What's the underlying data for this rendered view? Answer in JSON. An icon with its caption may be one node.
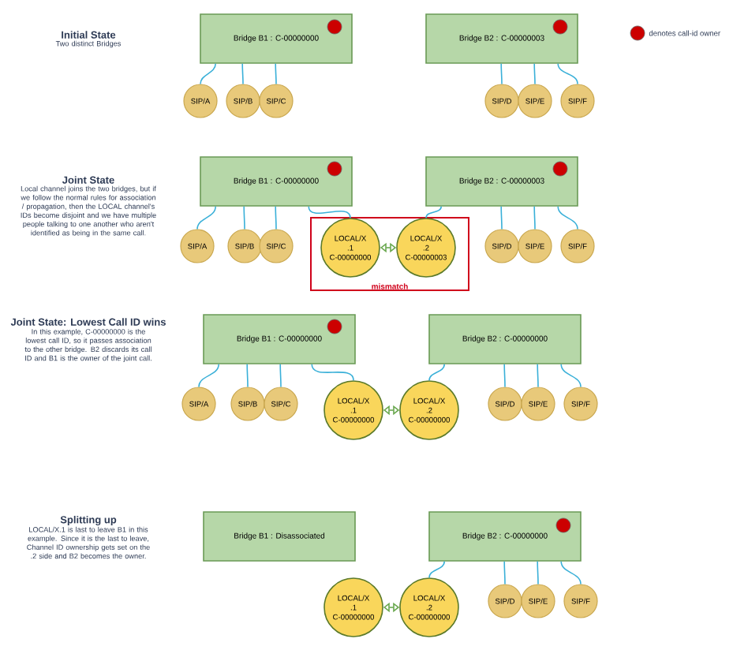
{
  "diagram": {
    "nodes": [
      {
        "text": [
          "Bridge B1 : C-00000000"
        ]
      },
      {
        "text": [
          "Bridge B2 : C-00000003"
        ]
      },
      {
        "text": [
          "SIP/A"
        ]
      },
      {
        "text": [
          "SIP/B"
        ]
      },
      {
        "text": [
          "SIP/C"
        ]
      },
      {
        "text": [
          "SIP/D"
        ]
      },
      {
        "text": [
          "SIP/E"
        ]
      },
      {
        "text": [
          "SIP/F"
        ]
      },
      {
        "text": [
          "Bridge B1 : C-00000000"
        ]
      },
      {
        "text": [
          "Bridge B2 : C-00000003"
        ]
      },
      {
        "text": [
          "SIP/A"
        ]
      },
      {
        "text": [
          "SIP/B"
        ]
      },
      {
        "text": [
          "SIP/C"
        ]
      },
      {
        "text": [
          "mismatch"
        ]
      },
      {
        "text": [
          "LOCAL/X",
          ".1",
          "C-00000000"
        ],
        "in": 13
      },
      {
        "text": [
          "LOCAL/X",
          ".2",
          "C-00000003"
        ],
        "in": 13
      },
      {
        "text": [
          "SIP/D"
        ]
      },
      {
        "text": [
          "SIP/E"
        ]
      },
      {
        "text": [
          "SIP/F"
        ]
      },
      {
        "text": [
          "Bridge B1 : C-00000000"
        ]
      },
      {
        "text": [
          "Bridge B2 : C-00000000"
        ]
      },
      {
        "text": [
          "SIP/A"
        ]
      },
      {
        "text": [
          "SIP/B"
        ]
      },
      {
        "text": [
          "SIP/C"
        ]
      },
      {
        "text": [
          "LOCAL/X",
          ".1",
          "C-00000000"
        ]
      },
      {
        "text": [
          "LOCAL/X",
          ".2",
          "C-00000000"
        ]
      },
      {
        "text": [
          "SIP/D"
        ]
      },
      {
        "text": [
          "SIP/E"
        ]
      },
      {
        "text": [
          "SIP/F"
        ]
      },
      {
        "text": [
          "Bridge B1 : Disassociated"
        ]
      },
      {
        "text": [
          "Bridge B2 : C-00000000"
        ]
      },
      {
        "text": [
          "LOCAL/X",
          ".1",
          "C-00000000"
        ]
      },
      {
        "text": [
          "LOCAL/X",
          ".2",
          "C-00000000"
        ]
      },
      {
        "text": [
          "SIP/D"
        ]
      },
      {
        "text": [
          "SIP/E"
        ]
      },
      {
        "text": [
          "SIP/F"
        ]
      }
    ],
    "edges": [
      {
        "from": 0,
        "to": 2,
        "arrow": "none"
      },
      {
        "from": 0,
        "to": 3,
        "arrow": "none"
      },
      {
        "from": 0,
        "to": 4,
        "arrow": "none"
      },
      {
        "from": 1,
        "to": 5,
        "arrow": "none"
      },
      {
        "from": 1,
        "to": 6,
        "arrow": "none"
      },
      {
        "from": 1,
        "to": 7,
        "arrow": "none"
      },
      {
        "from": 8,
        "to": 10,
        "arrow": "none"
      },
      {
        "from": 8,
        "to": 11,
        "arrow": "none"
      },
      {
        "from": 8,
        "to": 12,
        "arrow": "none"
      },
      {
        "from": 8,
        "to": 14,
        "arrow": "none"
      },
      {
        "from": 9,
        "to": 15,
        "arrow": "none"
      },
      {
        "from": 9,
        "to": 16,
        "arrow": "none"
      },
      {
        "from": 9,
        "to": 17,
        "arrow": "none"
      },
      {
        "from": 9,
        "to": 18,
        "arrow": "none"
      },
      {
        "from": 14,
        "to": 15,
        "arrow": "both",
        "color": "#6aa84f"
      },
      {
        "from": 19,
        "to": 21,
        "arrow": "none"
      },
      {
        "from": 19,
        "to": 22,
        "arrow": "none"
      },
      {
        "from": 19,
        "to": 23,
        "arrow": "none"
      },
      {
        "from": 19,
        "to": 24,
        "arrow": "none"
      },
      {
        "from": 20,
        "to": 25,
        "arrow": "none"
      },
      {
        "from": 20,
        "to": 26,
        "arrow": "none"
      },
      {
        "from": 20,
        "to": 27,
        "arrow": "none"
      },
      {
        "from": 20,
        "to": 28,
        "arrow": "none"
      },
      {
        "from": 24,
        "to": 25,
        "arrow": "both",
        "color": "#6aa84f"
      },
      {
        "from": 30,
        "to": 32,
        "arrow": "none"
      },
      {
        "from": 30,
        "to": 33,
        "arrow": "none"
      },
      {
        "from": 30,
        "to": 34,
        "arrow": "none"
      },
      {
        "from": 30,
        "to": 35,
        "arrow": "none"
      },
      {
        "from": 31,
        "to": 32,
        "arrow": "both",
        "color": "#6aa84f"
      }
    ],
    "labels": [
      "Initial State",
      "Two distinct Bridges",
      "Joint State",
      "Local channel joins the two bridges, but if we follow the normal rules for association / propagation, then the LOCAL channel's IDs become disjoint and we have multiple people talking to one another who aren't identified as being in the same call.",
      "Joint State: Lowest Call ID wins",
      "In this example, C-00000000 is the lowest call ID, so it passes association to the other bridge. B2 discards its call ID and B1 is the owner of the joint call.",
      "Splitting up",
      "LOCAL/X.1 is last to leave B1 in this example. Since it is the last to leave, Channel ID ownership gets set on the .2 side and B2 becomes the owner."
    ],
    "legend": [
      {
        "text": "denotes call-id owner",
        "color": "#cc0000"
      }
    ]
  }
}
